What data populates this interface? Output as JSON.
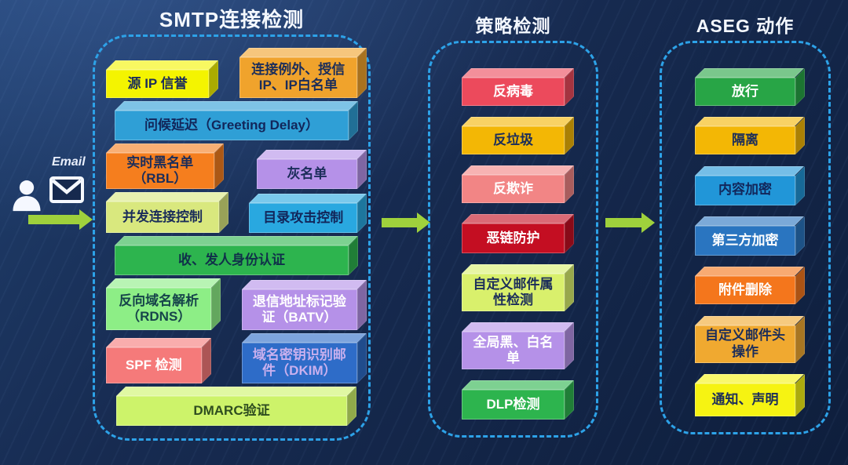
{
  "source": {
    "label": "Email"
  },
  "arrow_color": "#9fd13c",
  "panel_border_color": "#2da2e8",
  "columns": [
    {
      "id": "smtp-connection-detection",
      "title": "SMTP连接检测",
      "rows": [
        [
          {
            "name": "source-ip-reputation-box",
            "label": "源 IP 信誉",
            "color": "#f4f400",
            "text": "#1b2d5a",
            "h": 36,
            "w": 41
          },
          {
            "name": "connection-exception-trusted-ip-whitelist-box",
            "label": "连接例外、授信IP、IP白名单",
            "color": "#f0a32c",
            "text": "#1b2d5a",
            "h": 52,
            "w": 47
          }
        ],
        [
          {
            "name": "greeting-delay-box",
            "label": "问候延迟（Greeting Delay）",
            "color": "#2f9fd6",
            "text": "#12265a",
            "h": 38,
            "w": 93
          }
        ],
        [
          {
            "name": "realtime-blacklist-rbl-box",
            "label": "实时黑名单（RBL）",
            "color": "#f57e1e",
            "text": "#1b2d5a",
            "h": 46,
            "w": 43
          },
          {
            "name": "greylist-box",
            "label": "灰名单",
            "color": "#b591e8",
            "text": "#1b2d5a",
            "h": 38,
            "w": 40
          }
        ],
        [
          {
            "name": "concurrent-connection-control-box",
            "label": "并发连接控制",
            "color": "#d9e87e",
            "text": "#1b2d5a",
            "h": 40,
            "w": 45
          },
          {
            "name": "directory-attack-control-box",
            "label": "目录攻击控制",
            "color": "#29a8e0",
            "text": "#12265a",
            "h": 38,
            "w": 43
          }
        ],
        [
          {
            "name": "sender-recipient-identity-auth-box",
            "label": "收、发人身份认证",
            "color": "#2db44e",
            "text": "#10304a",
            "h": 38,
            "w": 93
          }
        ],
        [
          {
            "name": "reverse-dns-rdns-box",
            "label": "反向域名解析（RDNS）",
            "color": "#8dee86",
            "text": "#16444a",
            "h": 54,
            "w": 42
          },
          {
            "name": "batv-box",
            "label": "退信地址标记验证（BATV）",
            "color": "#b591e8",
            "text": "#ffffff",
            "h": 52,
            "w": 46
          }
        ],
        [
          {
            "name": "spf-check-box",
            "label": "SPF 检测",
            "color": "#f57a7a",
            "text": "#ffffff",
            "h": 46,
            "w": 38
          },
          {
            "name": "dkim-box",
            "label": "域名密钥识别邮件（DKIM）",
            "color": "#2e6cc8",
            "text": "#c9b0ee",
            "h": 52,
            "w": 46
          }
        ],
        [
          {
            "name": "dmarc-validation-box",
            "label": "DMARC验证",
            "color": "#cdf36a",
            "text": "#2e4d1f",
            "h": 38,
            "w": 92
          }
        ]
      ]
    },
    {
      "id": "policy-detection",
      "title": "策略检测",
      "rows": [
        [
          {
            "name": "anti-virus-box",
            "label": "反病毒",
            "color": "#ec4a5c",
            "text": "#ffffff",
            "h": 36,
            "w": 62
          }
        ],
        [
          {
            "name": "anti-spam-box",
            "label": "反垃圾",
            "color": "#f3b705",
            "text": "#1b2d5a",
            "h": 36,
            "w": 62
          }
        ],
        [
          {
            "name": "anti-fraud-box",
            "label": "反欺诈",
            "color": "#f28585",
            "text": "#ffffff",
            "h": 36,
            "w": 62
          }
        ],
        [
          {
            "name": "malicious-link-protection-box",
            "label": "恶链防护",
            "color": "#c40e22",
            "text": "#ffffff",
            "h": 38,
            "w": 62
          }
        ],
        [
          {
            "name": "custom-mail-attribute-detection-box",
            "label": "自定义邮件属性检测",
            "color": "#d9f06c",
            "text": "#1b2d5a",
            "h": 48,
            "w": 62
          }
        ],
        [
          {
            "name": "global-black-white-list-box",
            "label": "全局黑、白名单",
            "color": "#b591e8",
            "text": "#ffffff",
            "h": 48,
            "w": 62
          }
        ],
        [
          {
            "name": "dlp-detection-box",
            "label": "DLP检测",
            "color": "#2db44e",
            "text": "#ffffff",
            "h": 38,
            "w": 62
          }
        ]
      ]
    },
    {
      "id": "aseg-actions",
      "title": "ASEG 动作",
      "rows": [
        [
          {
            "name": "release-box",
            "label": "放行",
            "color": "#28a546",
            "text": "#ffffff",
            "h": 36,
            "w": 60
          }
        ],
        [
          {
            "name": "quarantine-box",
            "label": "隔离",
            "color": "#f3b705",
            "text": "#1b2d5a",
            "h": 36,
            "w": 60
          }
        ],
        [
          {
            "name": "content-encryption-box",
            "label": "内容加密",
            "color": "#2196d8",
            "text": "#12265a",
            "h": 38,
            "w": 60
          }
        ],
        [
          {
            "name": "third-party-encryption-box",
            "label": "第三方加密",
            "color": "#2a75c0",
            "text": "#ffffff",
            "h": 38,
            "w": 60
          }
        ],
        [
          {
            "name": "attachment-removal-box",
            "label": "附件删除",
            "color": "#f4761c",
            "text": "#ffffff",
            "h": 36,
            "w": 60
          }
        ],
        [
          {
            "name": "custom-mail-header-operation-box",
            "label": "自定义邮件头操作",
            "color": "#f0a930",
            "text": "#1b2d5a",
            "h": 48,
            "w": 60
          }
        ],
        [
          {
            "name": "notification-statement-box",
            "label": "通知、声明",
            "color": "#f6f312",
            "text": "#1b2d5a",
            "h": 42,
            "w": 60
          }
        ]
      ]
    }
  ]
}
